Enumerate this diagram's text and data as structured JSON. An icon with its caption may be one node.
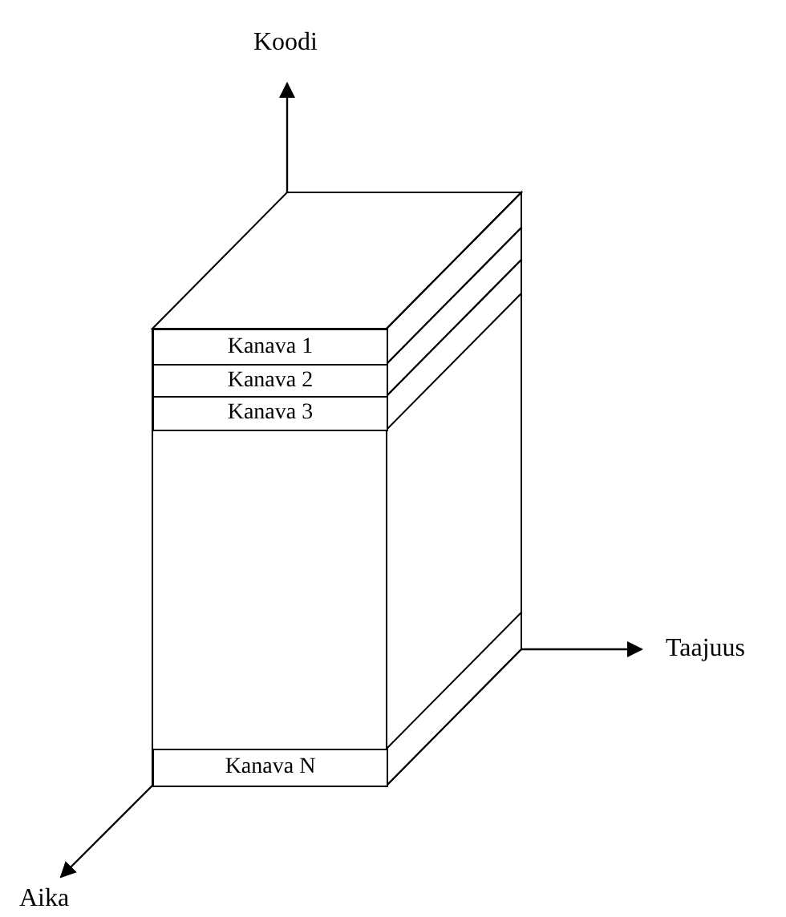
{
  "diagram": {
    "nodes": [
      {
        "text": [
          "Kanava 1"
        ]
      },
      {
        "text": [
          "Kanava 2"
        ]
      },
      {
        "text": [
          "Kanava 3"
        ]
      },
      {
        "text": [
          "Kanava N"
        ]
      }
    ],
    "labels": [
      "Koodi",
      "Taajuus",
      "Aika"
    ]
  }
}
